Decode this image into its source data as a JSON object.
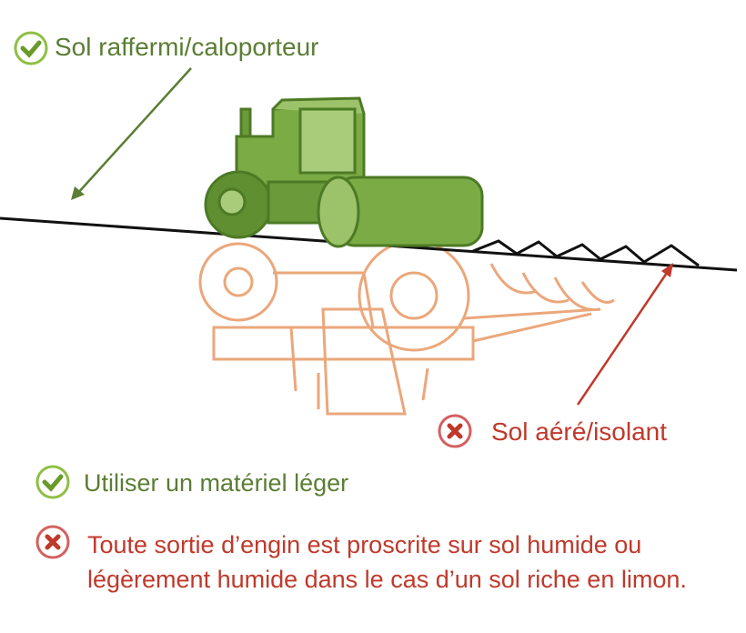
{
  "labels": {
    "good_soil": "Sol raffermi/caloporteur",
    "bad_soil": "Sol aéré/isolant"
  },
  "recommendations": [
    {
      "type": "good",
      "text": "Utiliser un matériel léger"
    },
    {
      "type": "bad",
      "text": "Toute sortie d’engin est proscrite sur sol humide ou légèrement humide dans le cas d’un sol riche en limon."
    }
  ],
  "colors": {
    "good": "#5b7d34",
    "good_icon": "#7ab030",
    "bad": "#c0392b",
    "roller": "#6a9a3a",
    "plough": "#e8a070"
  }
}
